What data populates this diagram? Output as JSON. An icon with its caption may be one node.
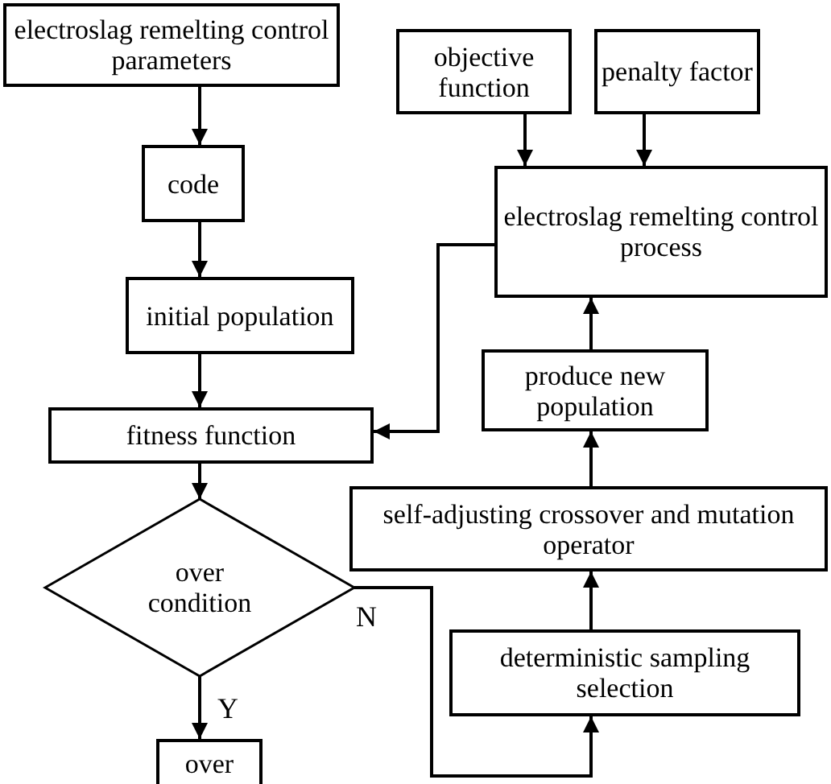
{
  "diagram": {
    "nodes": [
      {
        "text": [
          "electroslag remelting control parameters"
        ]
      },
      {
        "text": [
          "code"
        ]
      },
      {
        "text": [
          "initial population"
        ]
      },
      {
        "text": [
          "fitness function"
        ]
      },
      {
        "text": [
          "over condition"
        ]
      },
      {
        "text": [
          "over"
        ]
      },
      {
        "text": [
          "objective function"
        ]
      },
      {
        "text": [
          "penalty factor"
        ]
      },
      {
        "text": [
          "electroslag remelting control process"
        ]
      },
      {
        "text": [
          "produce new population"
        ]
      },
      {
        "text": [
          "self-adjusting crossover and mutation operator"
        ]
      },
      {
        "text": [
          "deterministic sampling selection"
        ]
      }
    ],
    "edges": [
      {
        "from": 0,
        "to": 1,
        "arrow": "to"
      },
      {
        "from": 1,
        "to": 2,
        "arrow": "to"
      },
      {
        "from": 2,
        "to": 3,
        "arrow": "to"
      },
      {
        "from": 3,
        "to": 4,
        "arrow": "to"
      },
      {
        "from": 4,
        "to": 5,
        "arrow": "to",
        "label": "Y"
      },
      {
        "from": 4,
        "to": 11,
        "arrow": "to",
        "label": "N"
      },
      {
        "from": 11,
        "to": 10,
        "arrow": "to"
      },
      {
        "from": 10,
        "to": 9,
        "arrow": "to"
      },
      {
        "from": 9,
        "to": 8,
        "arrow": "to"
      },
      {
        "from": 6,
        "to": 8,
        "arrow": "to"
      },
      {
        "from": 7,
        "to": 8,
        "arrow": "to"
      },
      {
        "from": 8,
        "to": 3,
        "arrow": "to"
      }
    ]
  }
}
